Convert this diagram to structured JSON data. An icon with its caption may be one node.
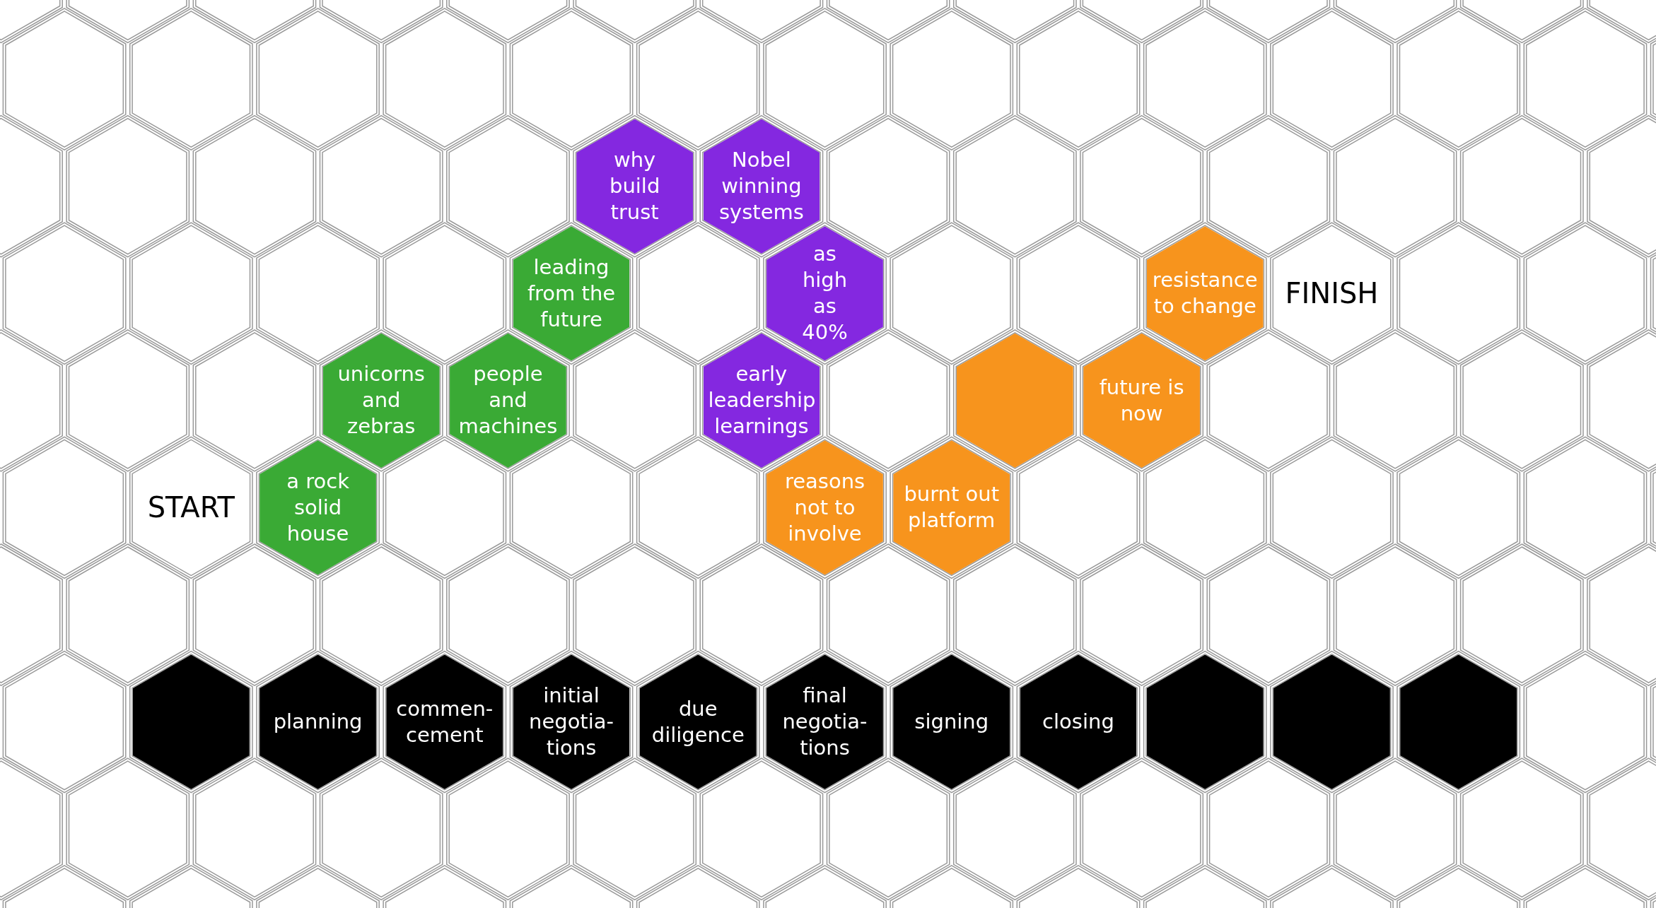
{
  "diagram": {
    "nodes": [
      {
        "text": [
          "why build trust"
        ]
      },
      {
        "text": [
          "Nobel winning systems"
        ]
      },
      {
        "text": [
          "leading from the future"
        ]
      },
      {
        "text": [
          "as high as 40%"
        ]
      },
      {
        "text": [
          "resistance to change"
        ]
      },
      {
        "text": [
          "FINISH"
        ]
      },
      {
        "text": [
          "unicorns and zebras"
        ]
      },
      {
        "text": [
          "people and machines"
        ]
      },
      {
        "text": [
          "early leadership learnings"
        ]
      },
      {
        "text": [],
        "shape": "hexagon"
      },
      {
        "text": [
          "future is now"
        ]
      },
      {
        "text": [
          "START"
        ]
      },
      {
        "text": [
          "a rock solid house"
        ]
      },
      {
        "text": [
          "reasons not to involve"
        ]
      },
      {
        "text": [
          "burnt out platform"
        ]
      },
      {
        "text": [],
        "shape": "hexagon"
      },
      {
        "text": [
          "planning"
        ]
      },
      {
        "text": [
          "commen-cement"
        ]
      },
      {
        "text": [
          "initial negotia-tions"
        ]
      },
      {
        "text": [
          "due diligence"
        ]
      },
      {
        "text": [
          "final negotia-tions"
        ]
      },
      {
        "text": [
          "signing"
        ]
      },
      {
        "text": [
          "closing"
        ]
      },
      {
        "text": [],
        "shape": "hexagon"
      },
      {
        "text": [],
        "shape": "hexagon"
      },
      {
        "text": [],
        "shape": "hexagon"
      }
    ]
  }
}
